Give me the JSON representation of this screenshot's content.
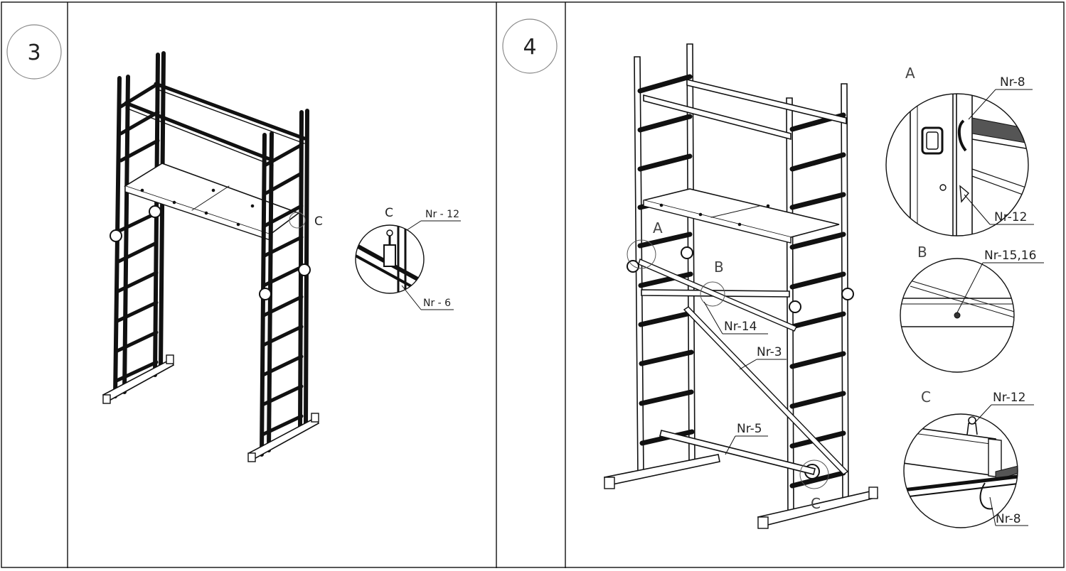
{
  "panels": [
    {
      "step": "3",
      "detail_marker": "C",
      "detail": {
        "title": "C",
        "label_top": "Nr - 12",
        "label_bottom": "Nr - 6"
      }
    },
    {
      "step": "4",
      "markers": {
        "a": "A",
        "b": "B",
        "c": "C"
      },
      "labels": {
        "nr14": "Nr-14",
        "nr3": "Nr-3",
        "nr5": "Nr-5"
      },
      "details": [
        {
          "title": "A",
          "label_top": "Nr-8",
          "label_bottom": "Nr-12"
        },
        {
          "title": "B",
          "label_top": "Nr-15,16"
        },
        {
          "title": "C",
          "label_top": "Nr-12",
          "label_bottom": "Nr-8"
        }
      ]
    }
  ]
}
